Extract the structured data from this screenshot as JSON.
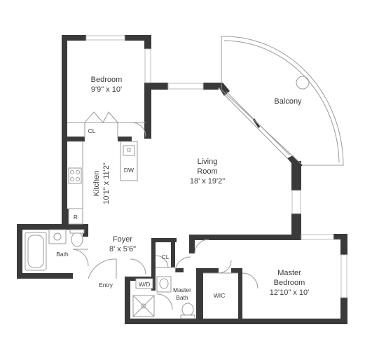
{
  "rooms": {
    "bedroom": {
      "name": "Bedroom",
      "size": "9'9\" x 10'"
    },
    "balcony": {
      "name": "Balcony"
    },
    "kitchen": {
      "name": "Kitchen",
      "size": "10'1\" x 11'2\""
    },
    "living": {
      "name_line1": "Living",
      "name_line2": "Room",
      "size": "18' x 19'2\""
    },
    "foyer": {
      "name": "Foyer",
      "size": "8' x 5'6\""
    },
    "master_bedroom": {
      "name_line1": "Master",
      "name_line2": "Bedroom",
      "size": "12'10\" x 10'"
    },
    "bath": {
      "name": "Bath"
    },
    "master_bath": {
      "name_line1": "Master",
      "name_line2": "Bath"
    }
  },
  "fixtures": {
    "closet_bedroom": "CL",
    "closet_foyer": "CL",
    "dishwasher": "DW",
    "refrigerator": "R",
    "washer_dryer": "W/D",
    "walk_in_closet": "WIC"
  },
  "labels": {
    "entry": "Entry"
  },
  "colors": {
    "wall": "#3a3a3a",
    "line": "#9a9a9a",
    "background": "#ffffff"
  }
}
